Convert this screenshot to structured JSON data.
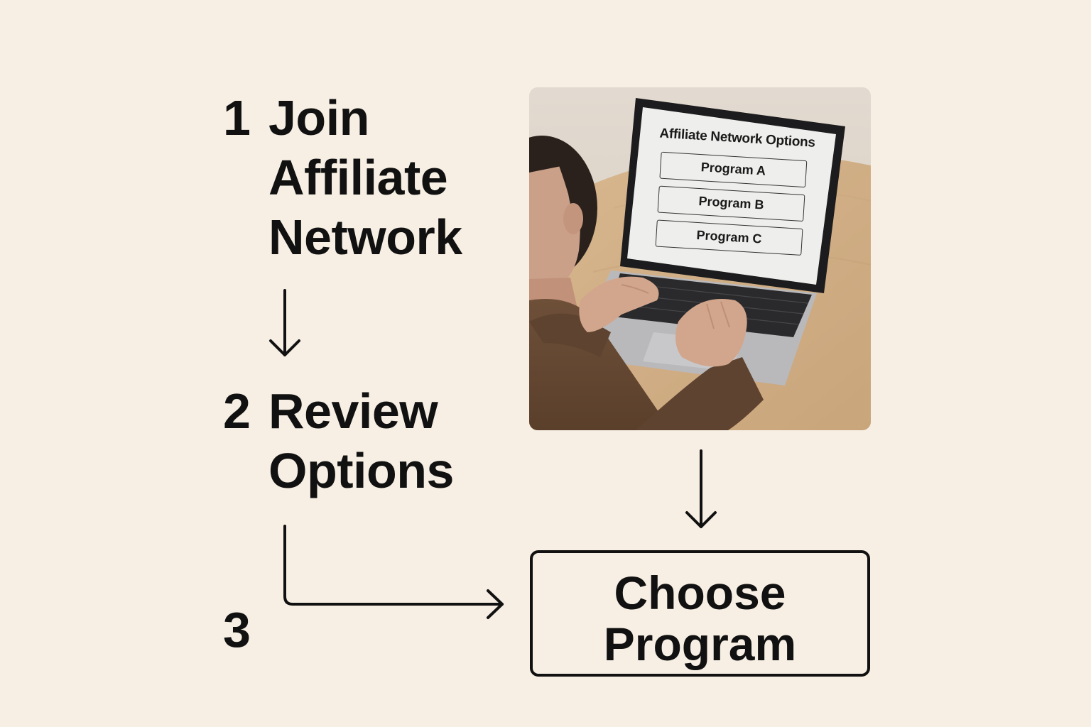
{
  "steps": [
    {
      "number": "1",
      "lines": [
        "Join",
        "Affiliate",
        "Network"
      ]
    },
    {
      "number": "2",
      "lines": [
        "Review",
        "Options"
      ]
    },
    {
      "number": "3"
    }
  ],
  "choose": {
    "lines": [
      "Choose",
      "Program"
    ]
  },
  "screen": {
    "title": "Affiliate Network Options",
    "options": [
      "Program A",
      "Program B",
      "Program C"
    ]
  },
  "colors": {
    "background": "#f7efe4",
    "ink": "#111111"
  }
}
